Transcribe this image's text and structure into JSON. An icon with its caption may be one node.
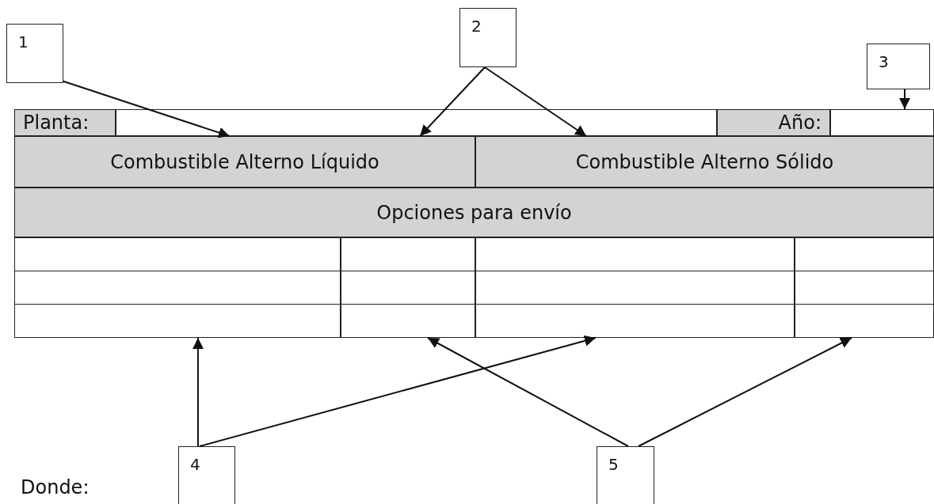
{
  "diagram": {
    "nodes": [
      {
        "text": [
          "1"
        ]
      },
      {
        "text": [
          "2"
        ]
      },
      {
        "text": [
          "3"
        ]
      },
      {
        "text": [],
        "shape": "box"
      },
      {
        "text": [
          "Combustible Alterno Líquido"
        ]
      },
      {
        "text": [
          "Combustible Alterno Sólido"
        ]
      },
      {
        "text": [],
        "shape": "box"
      },
      {
        "text": [],
        "shape": "box"
      },
      {
        "text": [],
        "shape": "box"
      },
      {
        "text": [],
        "shape": "box"
      },
      {
        "text": [
          "4"
        ]
      },
      {
        "text": [
          "5"
        ]
      }
    ],
    "edges": [
      {
        "from": 0,
        "to": 4,
        "arrow": "to"
      },
      {
        "from": 1,
        "to": 4,
        "arrow": "to"
      },
      {
        "from": 1,
        "to": 5,
        "arrow": "to"
      },
      {
        "from": 2,
        "to": 3,
        "arrow": "to"
      },
      {
        "from": 10,
        "to": 6,
        "arrow": "to"
      },
      {
        "from": 10,
        "to": 8,
        "arrow": "to"
      },
      {
        "from": 11,
        "to": 7,
        "arrow": "to"
      },
      {
        "from": 11,
        "to": 9,
        "arrow": "to"
      }
    ],
    "labels": [
      "Planta:",
      "Año:",
      "Opciones para envío",
      "Donde:"
    ]
  }
}
